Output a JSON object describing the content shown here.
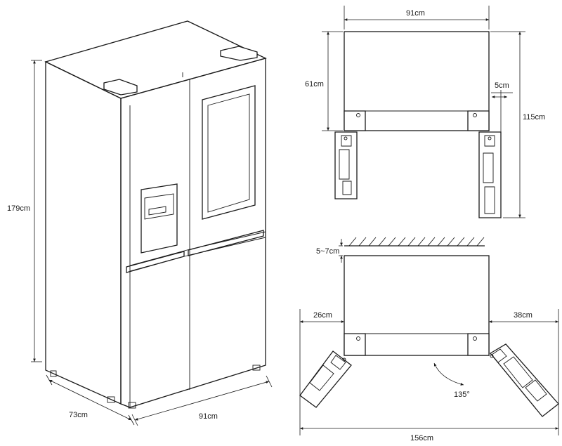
{
  "fridge_3d": {
    "height_label": "179cm",
    "depth_label": "73cm",
    "width_label": "91cm"
  },
  "top_view": {
    "width_label": "91cm",
    "cabinet_depth_label": "61cm",
    "door_gap_label": "5cm",
    "total_depth_label": "115cm"
  },
  "clearance_view": {
    "wall_gap_label": "5~7cm",
    "left_door_label": "26cm",
    "right_door_label": "38cm",
    "angle_label": "135°",
    "total_width_label": "156cm"
  }
}
